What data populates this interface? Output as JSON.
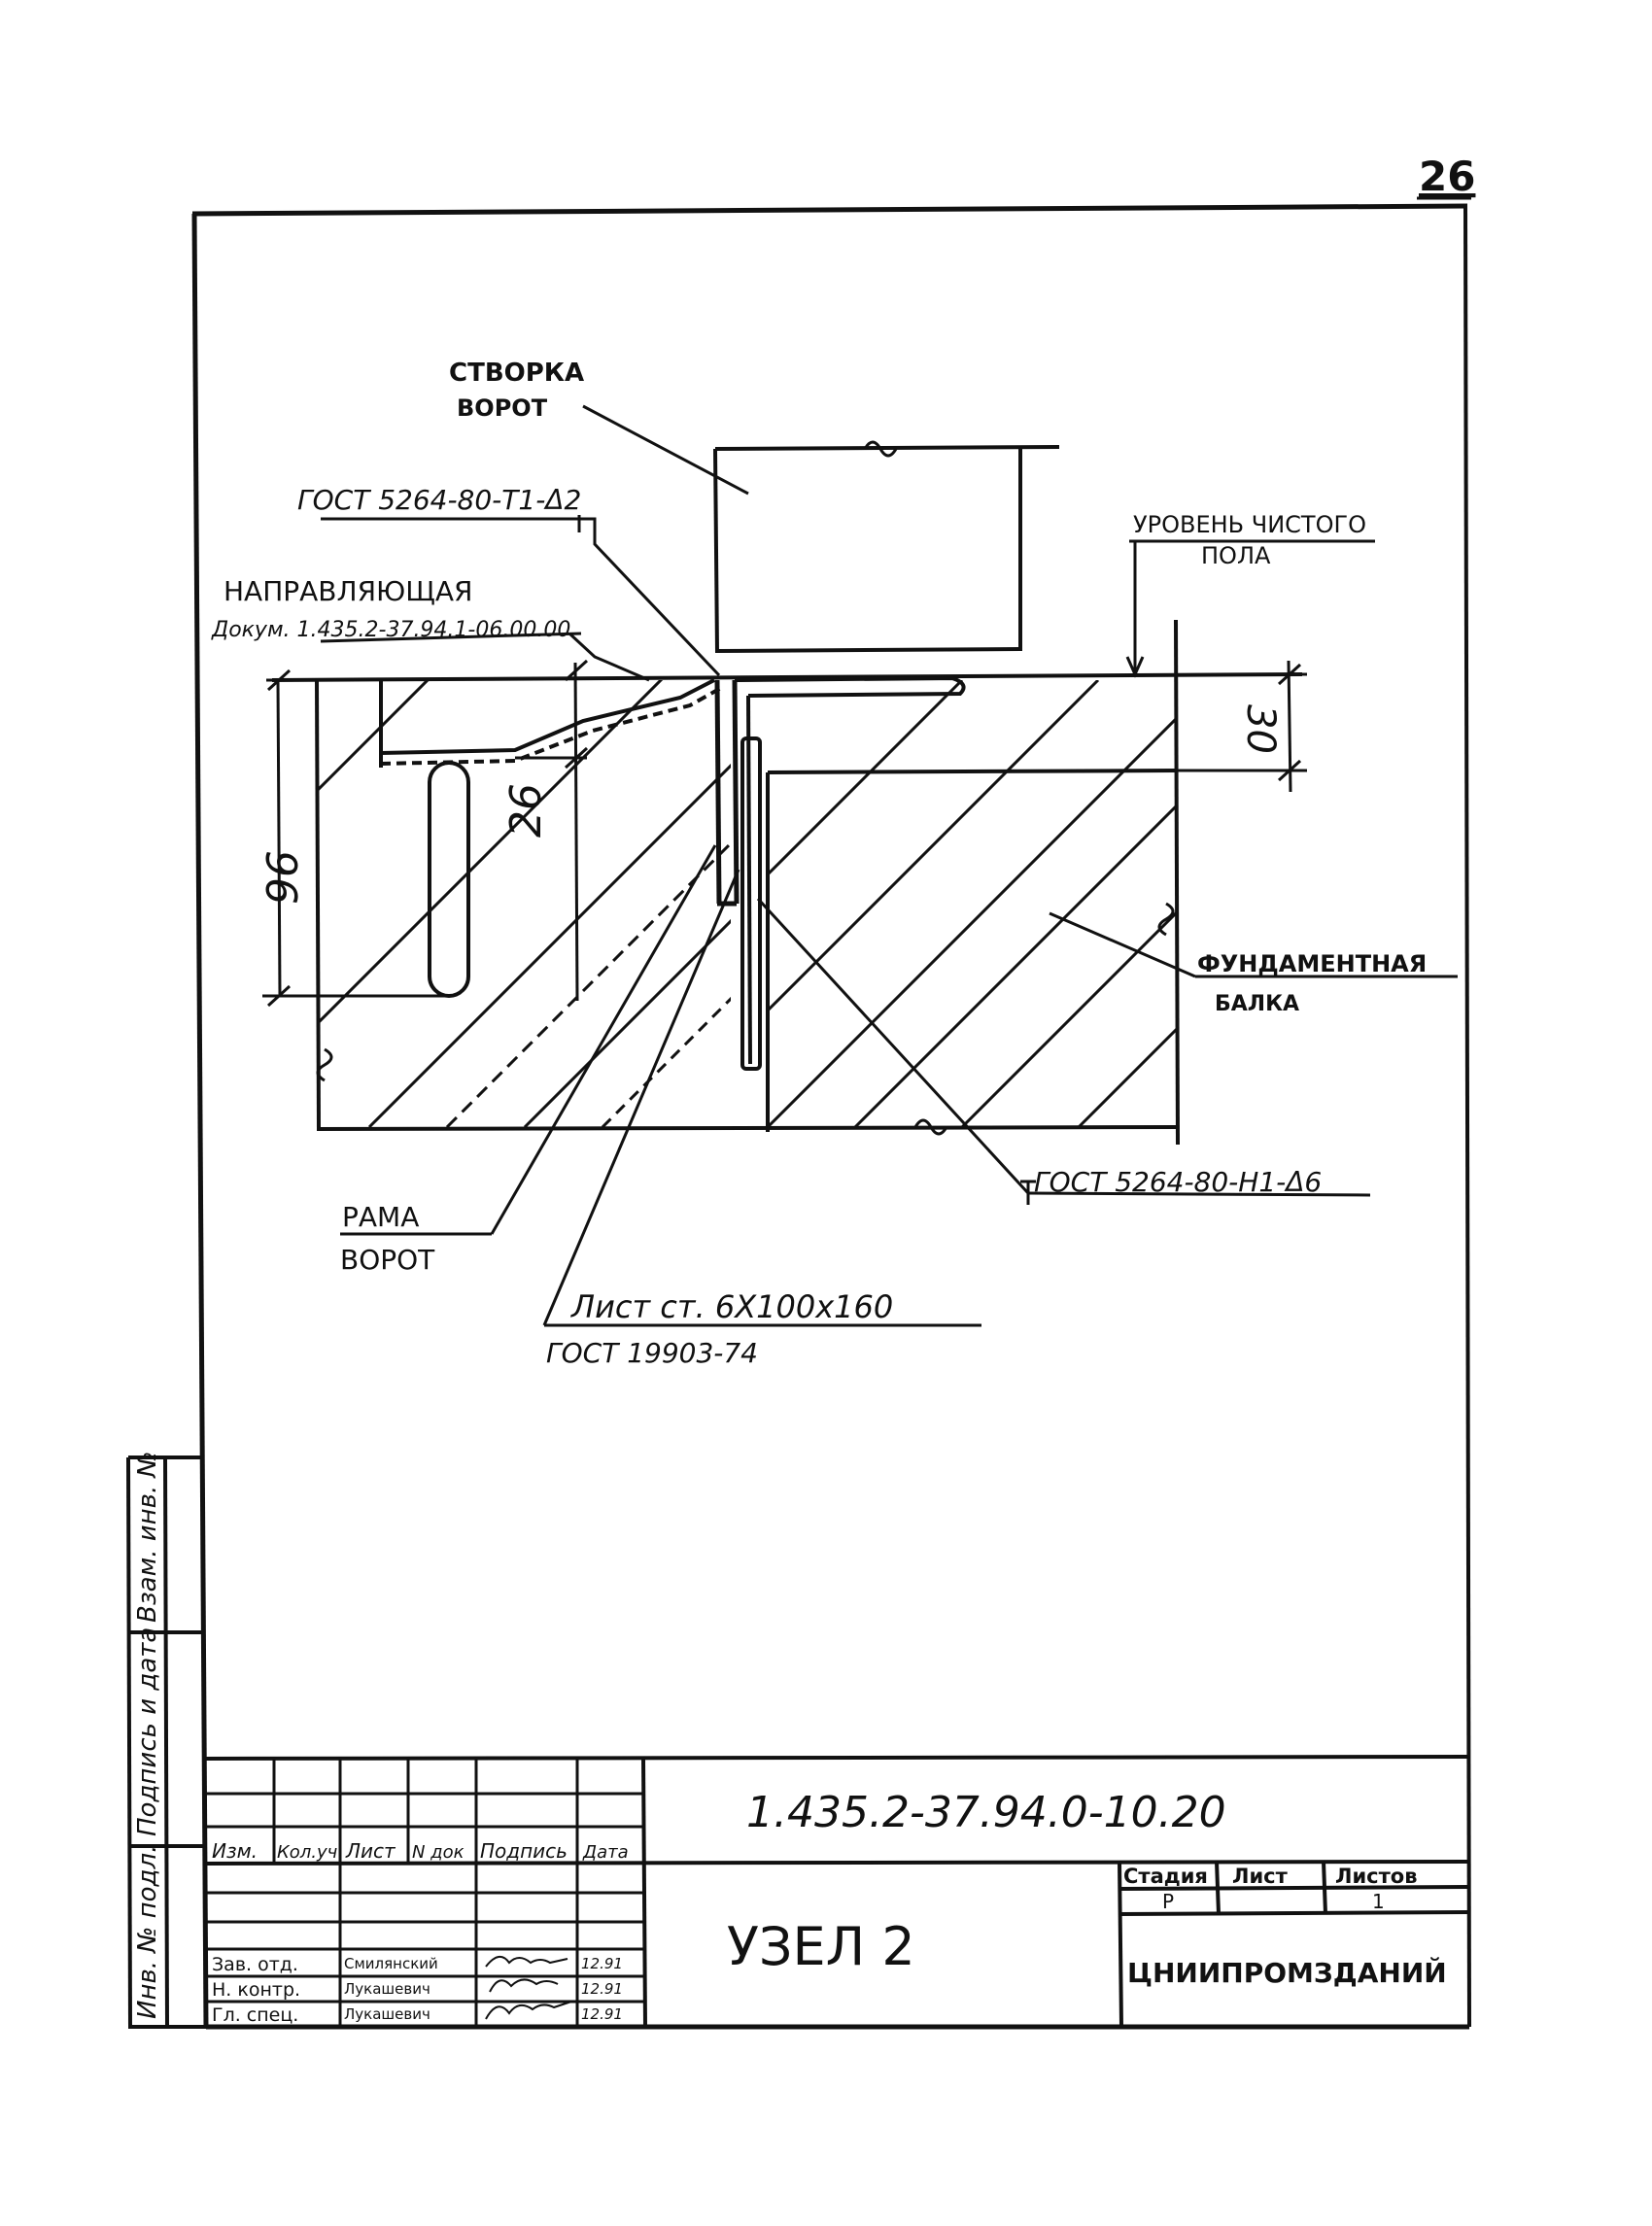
{
  "page_number": "26",
  "labels": {
    "leaf": [
      "СТВОРКА",
      "ВОРОТ"
    ],
    "weld_top": "ГОСТ 5264-80-Т1-Δ2",
    "guide": [
      "НАПРАВЛЯЮЩАЯ",
      "Докум. 1.435.2-37.94.1-06.00.00"
    ],
    "floor_level": [
      "УРОВЕНЬ ЧИСТОГО",
      "ПОЛА"
    ],
    "foundation_beam": [
      "ФУНДАМЕНТНАЯ",
      "БАЛКА"
    ],
    "weld_bottom": "ГОСТ 5264-80-Н1-Δ6",
    "frame": [
      "РАМА",
      "ВОРОТ"
    ],
    "plate": [
      "Лист ст. 6Х100х160",
      "ГОСТ 19903-74"
    ]
  },
  "dimensions": {
    "d96": "96",
    "d26": "26",
    "d30": "30"
  },
  "side_stamp": [
    "Инв. № подл.",
    "Подпись и дата",
    "Взам. инв. №"
  ],
  "title_block": {
    "designation": "1.435.2-37.94.0-10.20",
    "title": "УЗЕЛ 2",
    "organization": "ЦНИИПРОМЗДАНИЙ",
    "columns": [
      "Изм.",
      "Кол.уч",
      "Лист",
      "N док",
      "Подпись",
      "Дата"
    ],
    "people": [
      {
        "role": "Зав. отд.",
        "name": "Смилянский",
        "date": "12.91"
      },
      {
        "role": "Н. контр.",
        "name": "Лукашевич",
        "date": "12.91"
      },
      {
        "role": "Гл. спец.",
        "name": "Лукашевич",
        "date": "12.91"
      }
    ],
    "stage_header": [
      "Стадия",
      "Лист",
      "Листов"
    ],
    "stage_values": [
      "Р",
      "",
      "1"
    ]
  }
}
